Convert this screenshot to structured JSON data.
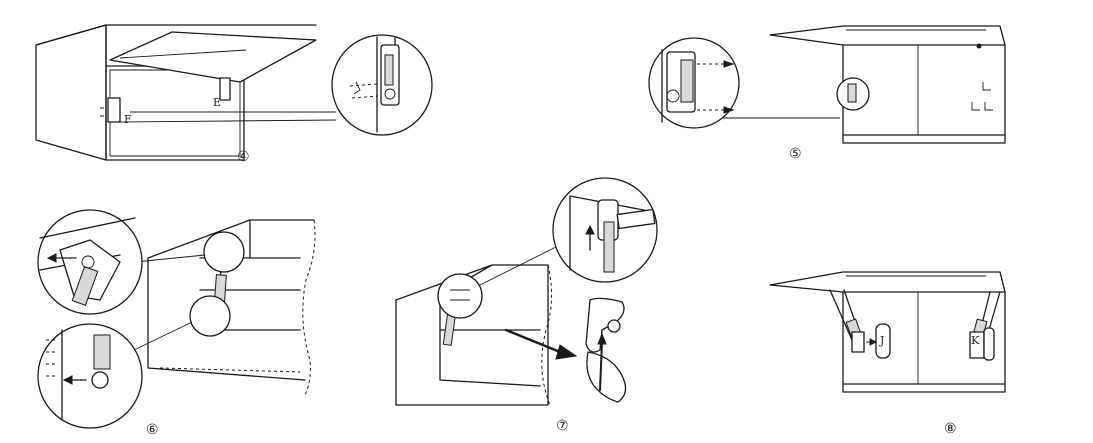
{
  "steps": [
    {
      "number": "④",
      "labels": [
        "E",
        "F"
      ]
    },
    {
      "number": "⑤",
      "labels": []
    },
    {
      "number": "⑥",
      "labels": []
    },
    {
      "number": "⑦",
      "labels": []
    },
    {
      "number": "⑧",
      "labels": [
        "J",
        "K"
      ]
    }
  ]
}
